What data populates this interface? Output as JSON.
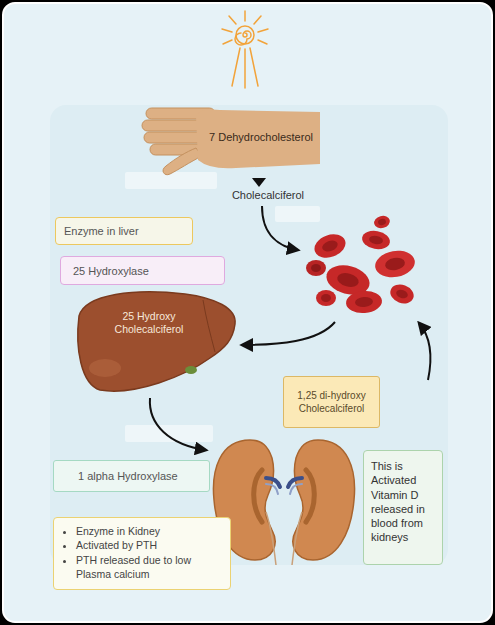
{
  "diagram": {
    "nodes": [
      {
        "text": [
          "7 Dehydrocholesterol"
        ]
      },
      {
        "text": [
          "Enzyme in liver"
        ]
      },
      {
        "text": [
          "25 Hydroxylase"
        ]
      },
      {
        "text": [
          "25 Hydroxy Cholecalciferol"
        ]
      },
      {
        "text": [
          "1,25 di-hydroxy Cholecalciferol"
        ]
      },
      {
        "text": [
          "This is Activated Vitamin D released in blood from kidneys"
        ]
      },
      {
        "text": [
          "1 alpha Hydroxylase"
        ]
      },
      {
        "text": [
          "Enzyme in Kidney",
          "Activated by PTH",
          "PTH released due to low Plasma calcium"
        ]
      }
    ],
    "labels": [
      "Cholecalciferol"
    ]
  }
}
